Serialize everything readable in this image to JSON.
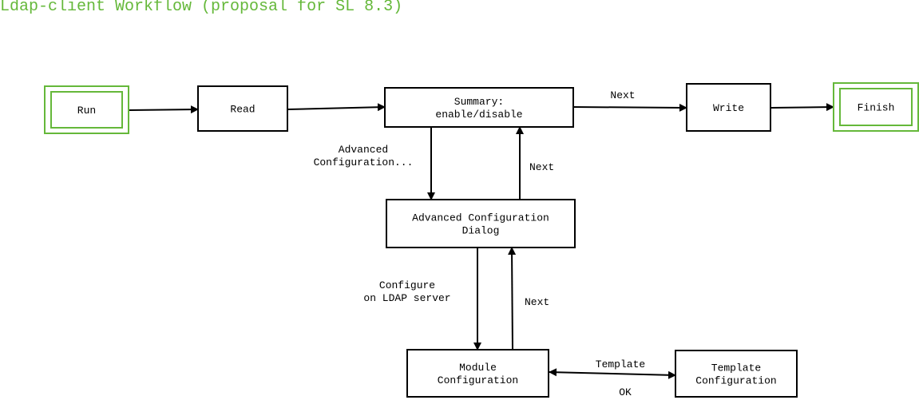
{
  "title": "Ldap-client Workflow (proposal for SL 8.3)",
  "colors": {
    "title": "#65b83a",
    "terminal_border": "#65b83a",
    "box_border": "#000000",
    "arrow": "#000000",
    "text": "#000000"
  },
  "nodes": {
    "run": {
      "lines": [
        "Run"
      ],
      "kind": "terminal"
    },
    "read": {
      "lines": [
        "Read"
      ],
      "kind": "process"
    },
    "summary": {
      "lines": [
        "Summary:",
        "enable/disable"
      ],
      "kind": "process"
    },
    "write": {
      "lines": [
        "Write"
      ],
      "kind": "process"
    },
    "finish": {
      "lines": [
        "Finish"
      ],
      "kind": "terminal"
    },
    "advanced": {
      "lines": [
        "Advanced Configuration",
        "Dialog"
      ],
      "kind": "process"
    },
    "module": {
      "lines": [
        "Module",
        "Configuration"
      ],
      "kind": "process"
    },
    "template": {
      "lines": [
        "Template",
        "Configuration"
      ],
      "kind": "process"
    }
  },
  "edges": {
    "run_read": {
      "from": "run",
      "to": "read",
      "lines": []
    },
    "read_summary": {
      "from": "read",
      "to": "summary",
      "lines": []
    },
    "summary_write": {
      "from": "summary",
      "to": "write",
      "lines": [
        "Next"
      ]
    },
    "write_finish": {
      "from": "write",
      "to": "finish",
      "lines": []
    },
    "summary_advanced": {
      "from": "summary",
      "to": "advanced",
      "lines": [
        "Advanced",
        "Configuration..."
      ]
    },
    "advanced_summary": {
      "from": "advanced",
      "to": "summary",
      "lines": [
        "Next"
      ]
    },
    "advanced_module": {
      "from": "advanced",
      "to": "module",
      "lines": [
        "Configure",
        "on LDAP server"
      ]
    },
    "module_advanced": {
      "from": "module",
      "to": "advanced",
      "lines": [
        "Next"
      ]
    },
    "module_template": {
      "from": "module",
      "to": "template",
      "lines": [
        "Template"
      ]
    },
    "template_module": {
      "from": "template",
      "to": "module",
      "lines": [
        "OK"
      ]
    }
  }
}
